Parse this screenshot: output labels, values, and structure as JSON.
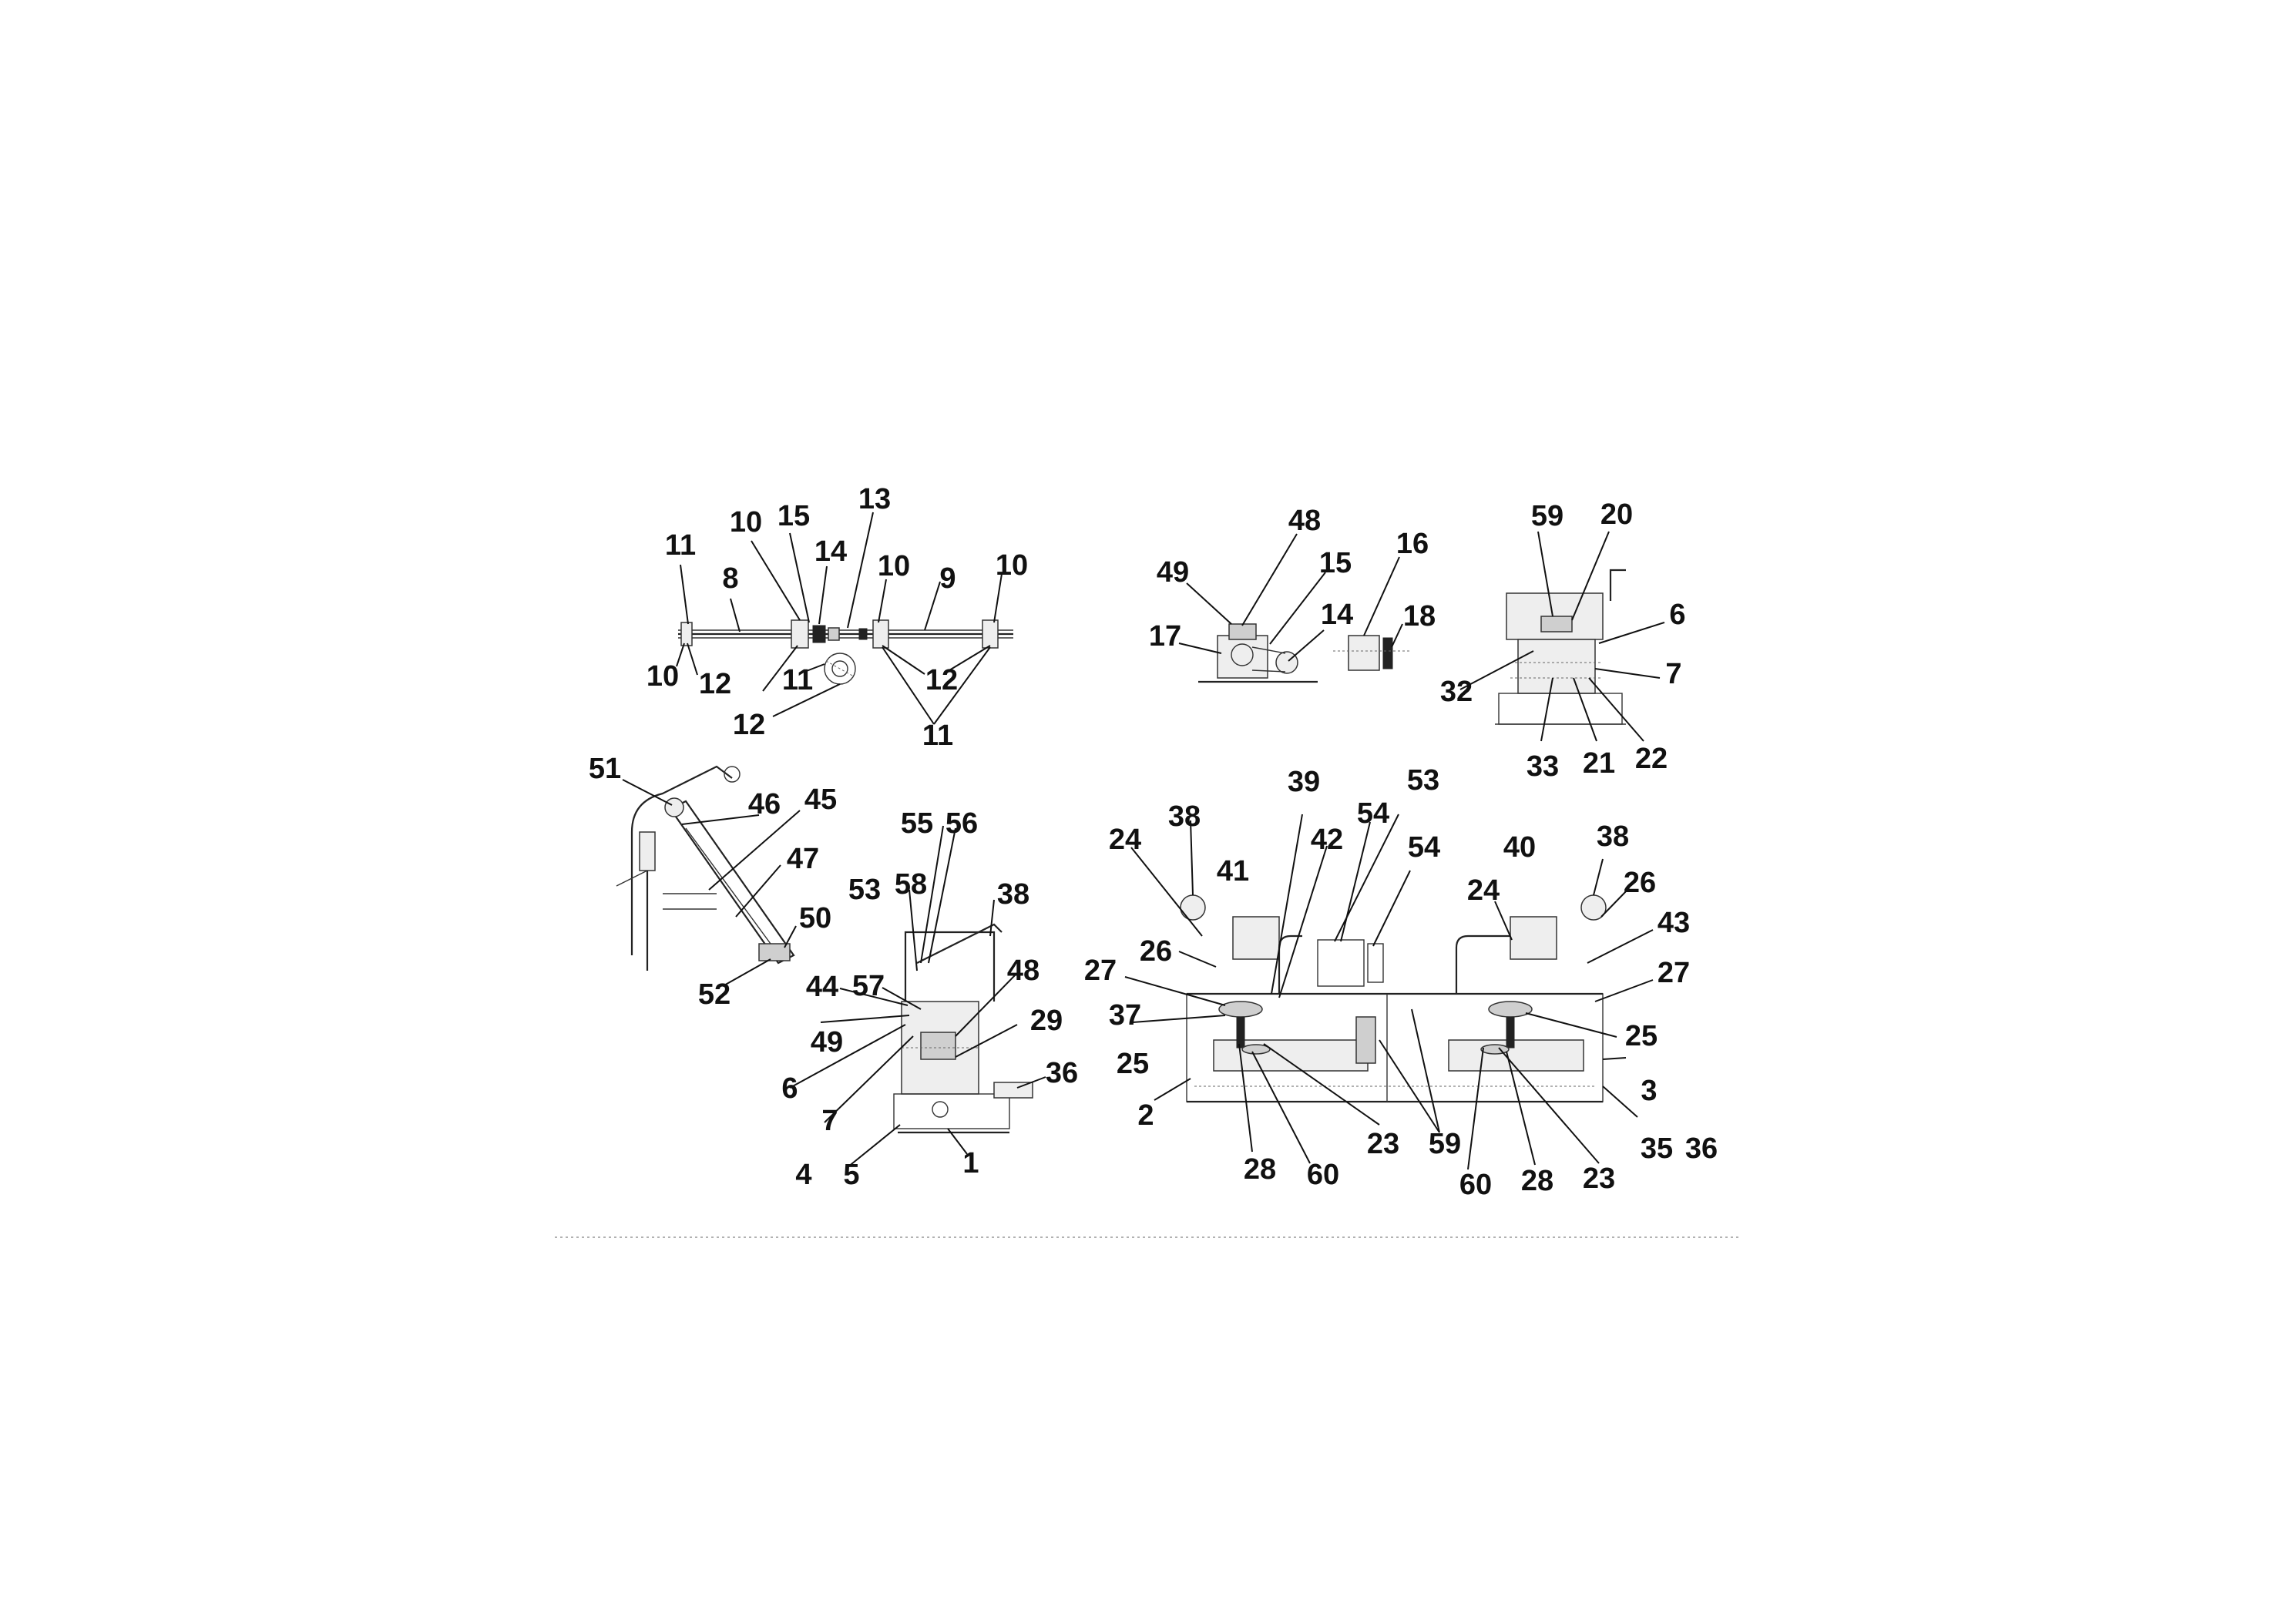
{
  "callouts": [
    {
      "id": "c1",
      "text": "11"
    },
    {
      "id": "c2",
      "text": "8"
    },
    {
      "id": "c3",
      "text": "10"
    },
    {
      "id": "c4",
      "text": "15"
    },
    {
      "id": "c5",
      "text": "14"
    },
    {
      "id": "c6",
      "text": "13"
    },
    {
      "id": "c7",
      "text": "10"
    },
    {
      "id": "c8",
      "text": "9"
    },
    {
      "id": "c9",
      "text": "10"
    },
    {
      "id": "c10",
      "text": "10"
    },
    {
      "id": "c11",
      "text": "12"
    },
    {
      "id": "c12",
      "text": "11"
    },
    {
      "id": "c13",
      "text": "12"
    },
    {
      "id": "c14",
      "text": "12"
    },
    {
      "id": "c15",
      "text": "11"
    },
    {
      "id": "c16",
      "text": "48"
    },
    {
      "id": "c17",
      "text": "49"
    },
    {
      "id": "c18",
      "text": "15"
    },
    {
      "id": "c19",
      "text": "16"
    },
    {
      "id": "c20",
      "text": "17"
    },
    {
      "id": "c21",
      "text": "14"
    },
    {
      "id": "c22",
      "text": "18"
    },
    {
      "id": "c23",
      "text": "59"
    },
    {
      "id": "c24",
      "text": "20"
    },
    {
      "id": "c25",
      "text": "6"
    },
    {
      "id": "c26",
      "text": "7"
    },
    {
      "id": "c27",
      "text": "32"
    },
    {
      "id": "c28",
      "text": "33"
    },
    {
      "id": "c29",
      "text": "21"
    },
    {
      "id": "c30",
      "text": "22"
    },
    {
      "id": "c31",
      "text": "51"
    },
    {
      "id": "c32",
      "text": "46"
    },
    {
      "id": "c33",
      "text": "45"
    },
    {
      "id": "c34",
      "text": "47"
    },
    {
      "id": "c35",
      "text": "50"
    },
    {
      "id": "c36",
      "text": "52"
    },
    {
      "id": "c37",
      "text": "55"
    },
    {
      "id": "c38",
      "text": "56"
    },
    {
      "id": "c39",
      "text": "53"
    },
    {
      "id": "c40",
      "text": "58"
    },
    {
      "id": "c41",
      "text": "38"
    },
    {
      "id": "c42",
      "text": "44"
    },
    {
      "id": "c43",
      "text": "57"
    },
    {
      "id": "c44",
      "text": "48"
    },
    {
      "id": "c45",
      "text": "49"
    },
    {
      "id": "c46",
      "text": "29"
    },
    {
      "id": "c47",
      "text": "6"
    },
    {
      "id": "c48",
      "text": "36"
    },
    {
      "id": "c49",
      "text": "7"
    },
    {
      "id": "c50",
      "text": "1"
    },
    {
      "id": "c51",
      "text": "4"
    },
    {
      "id": "c52",
      "text": "5"
    },
    {
      "id": "c53",
      "text": "39"
    },
    {
      "id": "c54",
      "text": "53"
    },
    {
      "id": "c55",
      "text": "24"
    },
    {
      "id": "c56",
      "text": "38"
    },
    {
      "id": "c57",
      "text": "41"
    },
    {
      "id": "c58",
      "text": "42"
    },
    {
      "id": "c59",
      "text": "54"
    },
    {
      "id": "c60",
      "text": "54"
    },
    {
      "id": "c61",
      "text": "40"
    },
    {
      "id": "c62",
      "text": "38"
    },
    {
      "id": "c63",
      "text": "26"
    },
    {
      "id": "c64",
      "text": "24"
    },
    {
      "id": "c65",
      "text": "26"
    },
    {
      "id": "c66",
      "text": "43"
    },
    {
      "id": "c67",
      "text": "27"
    },
    {
      "id": "c68",
      "text": "27"
    },
    {
      "id": "c69",
      "text": "37"
    },
    {
      "id": "c70",
      "text": "25"
    },
    {
      "id": "c71",
      "text": "25"
    },
    {
      "id": "c72",
      "text": "3"
    },
    {
      "id": "c73",
      "text": "2"
    },
    {
      "id": "c74",
      "text": "59"
    },
    {
      "id": "c75",
      "text": "35"
    },
    {
      "id": "c76",
      "text": "36"
    },
    {
      "id": "c77",
      "text": "23"
    },
    {
      "id": "c78",
      "text": "28"
    },
    {
      "id": "c79",
      "text": "60"
    },
    {
      "id": "c80",
      "text": "60"
    },
    {
      "id": "c81",
      "text": "28"
    },
    {
      "id": "c82",
      "text": "23"
    }
  ]
}
